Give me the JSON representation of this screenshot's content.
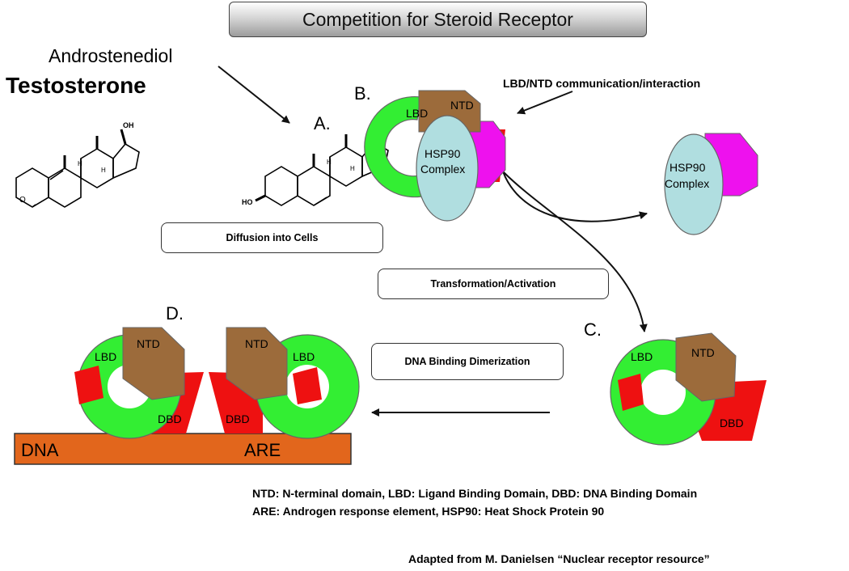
{
  "title": "Competition for Steroid Receptor",
  "labels": {
    "androstenediol": "Androstenediol",
    "testosterone": "Testosterone",
    "step_a": "A.",
    "step_b": "B.",
    "step_c": "C.",
    "step_d": "D.",
    "lbd_ntd_note": "LBD/NTD communication/interaction",
    "diffusion": "Diffusion into Cells",
    "transformation": "Transformation/Activation",
    "dna_binding": "DNA Binding Dimerization",
    "dna": "DNA",
    "are": "ARE",
    "oh": "OH",
    "h": "H",
    "o": "O",
    "ho": "HO"
  },
  "domains": {
    "lbd": "LBD",
    "ntd": "NTD",
    "dbd": "DBD",
    "hsp90_line1": "HSP90",
    "hsp90_line2": "Complex"
  },
  "colors": {
    "lbd_green": "#33ee33",
    "ntd_brown": "#9c6b3b",
    "dbd_red": "#ee1111",
    "hsp_blue": "#b0dee0",
    "hsp_magenta": "#ee11ee",
    "dna_orange": "#e2661c"
  },
  "legend": {
    "line1": "NTD: N-terminal domain, LBD: Ligand Binding Domain, DBD: DNA Binding Domain",
    "line2": "ARE: Androgen response element, HSP90: Heat Shock Protein 90"
  },
  "credit": "Adapted from M. Danielsen “Nuclear receptor resource”"
}
